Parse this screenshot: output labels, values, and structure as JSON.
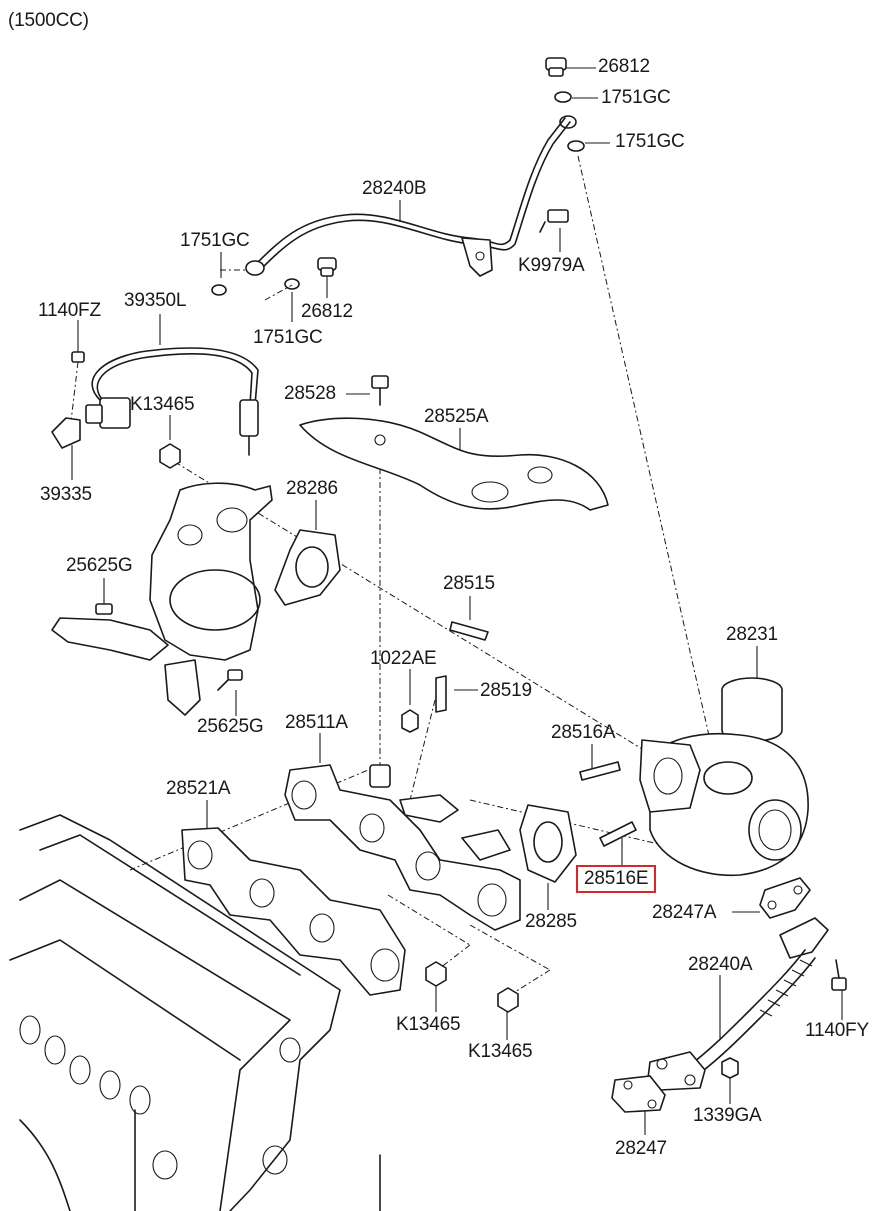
{
  "title": "(1500CC)",
  "highlight_color": "#d9262b",
  "labels": {
    "p26812_top": "26812",
    "p1751gc_a": "1751GC",
    "p1751gc_b": "1751GC",
    "p28240b": "28240B",
    "p1751gc_c": "1751GC",
    "pk9979a": "K9979A",
    "p1140fz": "1140FZ",
    "p39350l": "39350L",
    "p26812_mid": "26812",
    "p1751gc_d": "1751GC",
    "pk13465_a": "K13465",
    "p28528": "28528",
    "p28525a": "28525A",
    "p39335": "39335",
    "p28286": "28286",
    "p25625g_a": "25625G",
    "p28515": "28515",
    "p28231": "28231",
    "p1022ae": "1022AE",
    "p28519": "28519",
    "p25625g_b": "25625G",
    "p28511a": "28511A",
    "p28516a": "28516A",
    "p28521a": "28521A",
    "p28516e": "28516E",
    "p28247a": "28247A",
    "p28285": "28285",
    "p28240a": "28240A",
    "pk13465_b": "K13465",
    "pk13465_c": "K13465",
    "p1140fy": "1140FY",
    "p1339ga": "1339GA",
    "p28247": "28247"
  }
}
